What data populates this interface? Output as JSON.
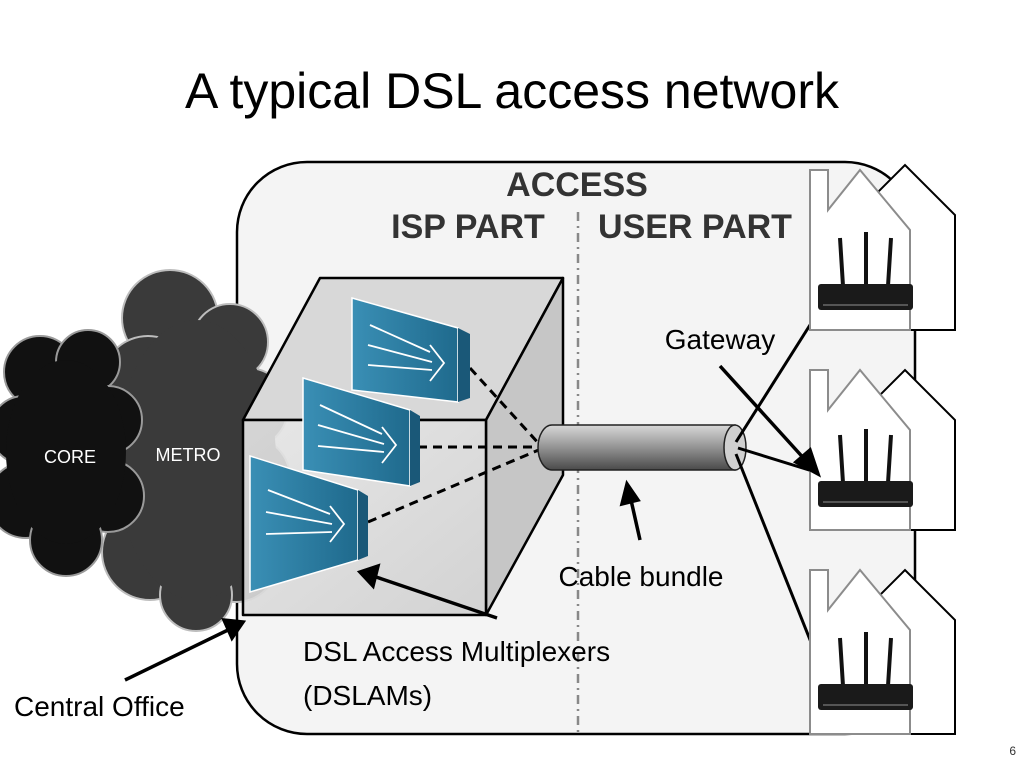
{
  "slide": {
    "title": "A typical DSL access network",
    "page_number": "6"
  },
  "diagram": {
    "access_label": "ACCESS",
    "isp_part_label": "ISP PART",
    "user_part_label": "USER PART",
    "core_label": "CORE",
    "metro_label": "METRO",
    "gateway_label": "Gateway",
    "cable_bundle_label": "Cable bundle",
    "dslam_label_line1": "DSL Access Multiplexers",
    "dslam_label_line2": "(DSLAMs)",
    "central_office_label": "Central Office",
    "colors": {
      "dslam": "#2d7fa3",
      "core_cloud": "#111111",
      "metro_cloud": "#3a3a3a",
      "access_box": "#f4f4f4",
      "divider": "#888888"
    }
  }
}
